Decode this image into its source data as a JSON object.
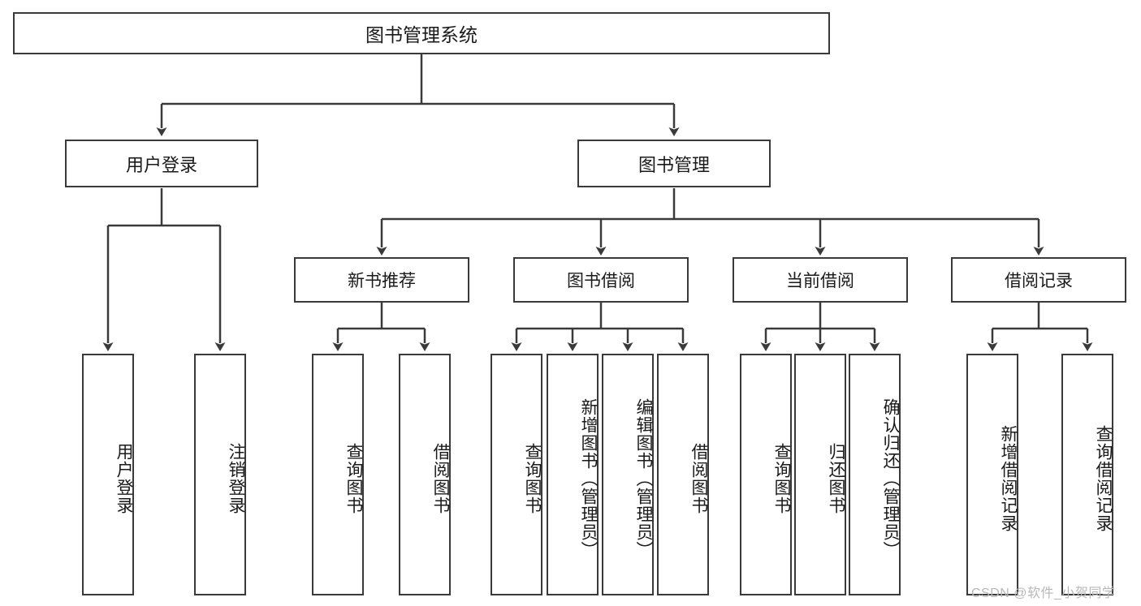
{
  "diagram": {
    "title": "图书管理系统",
    "type": "hierarchy-tree",
    "colors": {
      "background": "#ffffff",
      "box_border": "#3a3a3a",
      "box_fill": "#ffffff",
      "connector": "#3a3a3a",
      "text": "#1a1a1a",
      "watermark": "#b8b8b8"
    },
    "root": {
      "label": "图书管理系统"
    },
    "level1": [
      {
        "label": "用户登录"
      },
      {
        "label": "图书管理"
      }
    ],
    "level2": [
      {
        "label": "新书推荐"
      },
      {
        "label": "图书借阅"
      },
      {
        "label": "当前借阅"
      },
      {
        "label": "借阅记录"
      }
    ],
    "leaves": {
      "user_login": [
        {
          "label": "用户登录"
        },
        {
          "label": "注销登录"
        }
      ],
      "new_book_recommend": [
        {
          "label": "查询图书"
        },
        {
          "label": "借阅图书"
        }
      ],
      "book_borrow": [
        {
          "label": "查询图书"
        },
        {
          "label": "新增图书（管理员）"
        },
        {
          "label": "编辑图书（管理员）"
        },
        {
          "label": "借阅图书"
        }
      ],
      "current_borrow": [
        {
          "label": "查询图书"
        },
        {
          "label": "归还图书"
        },
        {
          "label": "确认归还（管理员）"
        }
      ],
      "borrow_record": [
        {
          "label": "新增借阅记录"
        },
        {
          "label": "查询借阅记录"
        }
      ]
    },
    "watermark": "CSDN @软件_小贺同学"
  }
}
